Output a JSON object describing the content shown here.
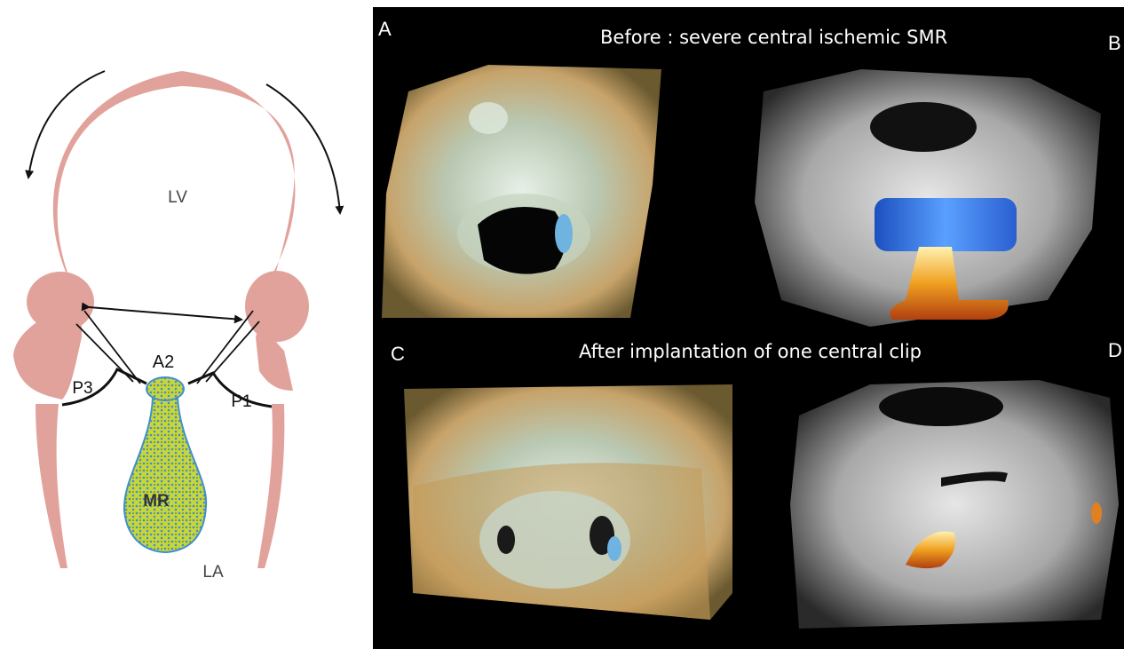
{
  "schematic": {
    "labels": {
      "lv": "LV",
      "la": "LA",
      "a2": "A2",
      "p1": "P1",
      "p3": "P3",
      "mr": "MR"
    },
    "colors": {
      "myocardium": "#e2a29c",
      "mr_jet": "#c8d63a",
      "mr_dots": "#3f8fcf",
      "lines": "#111111"
    }
  },
  "echo": {
    "panel_labels": {
      "a": "A",
      "b": "B",
      "c": "C",
      "d": "D"
    },
    "captions": {
      "before": "Before : severe central ischemic SMR",
      "after": "After implantation of one central clip"
    },
    "colors": {
      "background": "#000000",
      "tissue_warm": "#c7a36a",
      "tissue_gray": "#b9b9b9",
      "flow_blue": "#3a7fe0",
      "flow_orange": "#f0a020"
    }
  }
}
